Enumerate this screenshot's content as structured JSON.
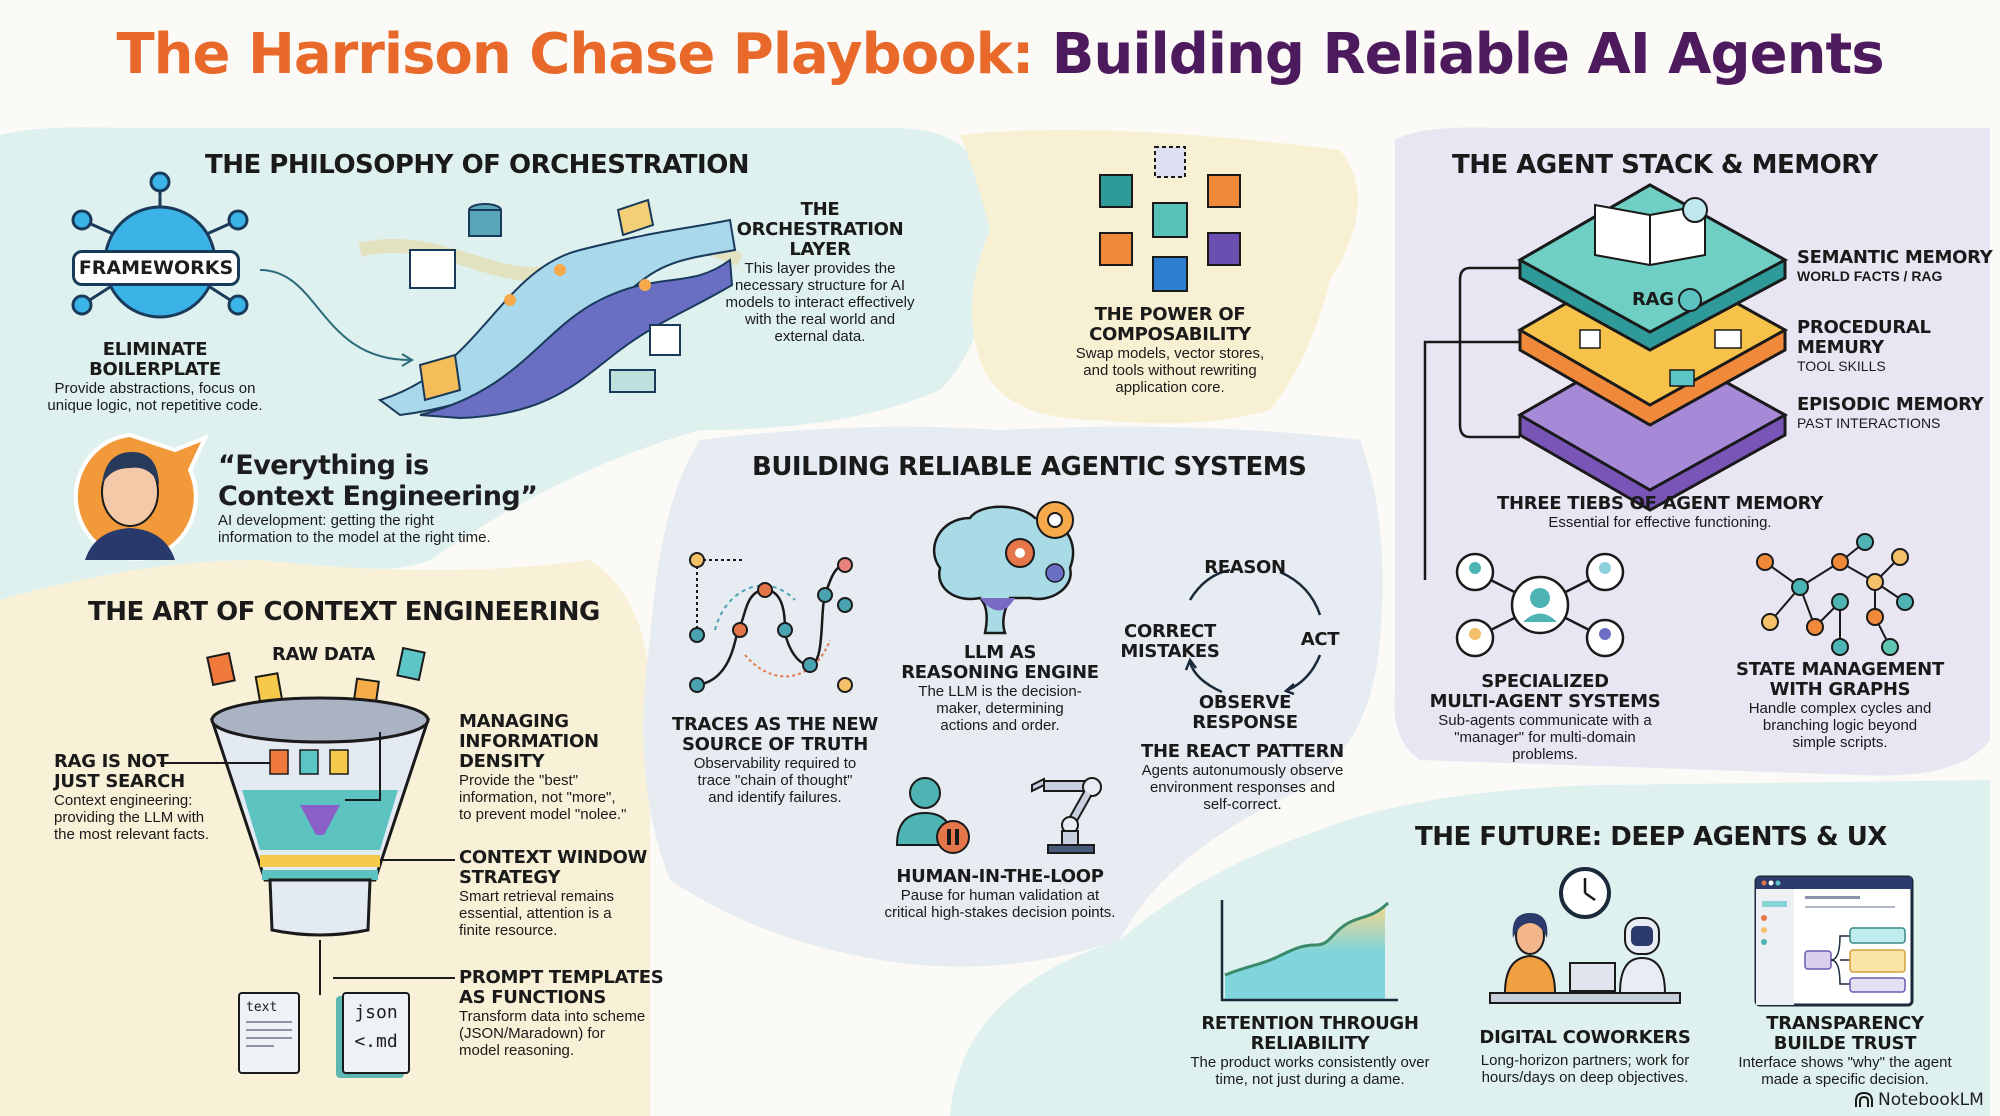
{
  "title": {
    "part1": "The Harrison Chase Playbook:",
    "part2": "Building Reliable AI Agents",
    "color1": "#e8692a",
    "color2": "#4d1a5e"
  },
  "orchestration": {
    "heading": "THE PHILOSOPHY OF ORCHESTRATION",
    "frameworks_label": "FRAMEWORKS",
    "eliminate": {
      "title_l1": "ELIMINATE",
      "title_l2": "BOILERPLATE",
      "body_l1": "Provide abstractions, focus on",
      "body_l2": "unique logic, not repetitive code."
    },
    "layer": {
      "title_l1": "THE ORCHESTRATION",
      "title_l2": "LAYER",
      "body_l1": "This layer provides the",
      "body_l2": "necessary structure for AI",
      "body_l3": "models to interact effectively",
      "body_l4": "with the real world and",
      "body_l5": "external data."
    }
  },
  "composability": {
    "title_l1": "THE POWER OF",
    "title_l2": "COMPOSABILITY",
    "body_l1": "Swap models, vector stores,",
    "body_l2": "and tools without rewriting",
    "body_l3": "application core."
  },
  "quote": {
    "line1": "“Everything is",
    "line2": "Context Engineering”",
    "body_l1": "AI development: getting the right",
    "body_l2": "information to the model at the right time."
  },
  "context": {
    "heading": "THE ART OF CONTEXT ENGINEERING",
    "raw_data": "RAW DATA",
    "rag": {
      "title_l1": "RAG IS NOT",
      "title_l2": "JUST SEARCH",
      "body_l1": "Context engineering:",
      "body_l2": "providing the LLM with",
      "body_l3": "the most relevant facts."
    },
    "density": {
      "title_l1": "MANAGING",
      "title_l2": "INFORMATION",
      "title_l3": "DENSITY",
      "body_l1": "Provide the \"best\"",
      "body_l2": "information, not \"more\",",
      "body_l3": "to prevent model \"nolee.\""
    },
    "window": {
      "title_l1": "CONTEXT WINDOW",
      "title_l2": "STRATEGY",
      "body_l1": "Smart retrieval remains",
      "body_l2": "essential, attention is a",
      "body_l3": "finite resource."
    },
    "templates": {
      "title_l1": "PROMPT TEMPLATES",
      "title_l2": "AS FUNCTIONS",
      "body_l1": "Transform data into scheme",
      "body_l2": "(JSON/Maradown) for",
      "body_l3": "model reasoning."
    },
    "doc_text": "text",
    "doc_json": "json",
    "doc_md": "<.md"
  },
  "reliable": {
    "heading": "BUILDING RELIABLE AGENTIC SYSTEMS",
    "traces": {
      "title_l1": "TRACES AS THE NEW",
      "title_l2": "SOURCE OF TRUTH",
      "body_l1": "Observability required to",
      "body_l2": "trace \"chain of thought\"",
      "body_l3": "and identify failures."
    },
    "llm": {
      "title_l1": "LLM AS",
      "title_l2": "REASONING ENGINE",
      "body_l1": "The LLM is the decision-",
      "body_l2": "maker, determining",
      "body_l3": "actions and order."
    },
    "react_cycle": {
      "reason": "REASON",
      "act": "ACT",
      "observe_l1": "OBSERVE",
      "observe_l2": "RESPONSE",
      "correct_l1": "CORRECT",
      "correct_l2": "MISTAKES"
    },
    "react": {
      "title": "THE REACT PATTERN",
      "body_l1": "Agents autonumously observe",
      "body_l2": "environment responses and",
      "body_l3": "self-correct."
    },
    "hitl": {
      "title": "HUMAN-IN-THE-LOOP",
      "body_l1": "Pause for human validation at",
      "body_l2": "critical high-stakes decision points."
    }
  },
  "stack": {
    "heading": "THE AGENT STACK & MEMORY",
    "rag_label": "RAG",
    "semantic": {
      "title": "SEMANTIC MEMORY",
      "sub": "WORLD FACTS / RAG"
    },
    "procedural": {
      "title_l1": "PROCEDURAL",
      "title_l2": "MEMURY",
      "sub": "TOOL SKILLS"
    },
    "episodic": {
      "title": "EPISODIC MEMORY",
      "sub": "PAST INTERACTIONS"
    },
    "tiers": {
      "title": "THREE TIEBS OF AGENT MEMORY",
      "body": "Essential for effective functioning."
    },
    "multi": {
      "title_l1": "SPECIALIZED",
      "title_l2": "MULTI-AGENT SYSTEMS",
      "body_l1": "Sub-agents communicate with a",
      "body_l2": "\"manager\" for multi-domain problems."
    },
    "graphs": {
      "title_l1": "STATE MANAGEMENT",
      "title_l2": "WITH GRAPHS",
      "body_l1": "Handle complex cycles and",
      "body_l2": "branching logic beyond",
      "body_l3": "simple scripts."
    }
  },
  "future": {
    "heading": "THE FUTURE: DEEP AGENTS & UX",
    "retention": {
      "title_l1": "RETENTION THROUGH",
      "title_l2": "RELIABILITY",
      "body_l1": "The product works consistently over",
      "body_l2": "time, not just during a dame."
    },
    "coworkers": {
      "title": "DIGITAL COWORKERS",
      "body_l1": "Long-horizon partners; work for",
      "body_l2": "hours/days on deep objectives."
    },
    "transparency": {
      "title_l1": "TRANSPARENCY",
      "title_l2": "BUILDE TRUST",
      "body_l1": "Interface shows \"why\" the agent",
      "body_l2": "made a specific decision."
    }
  },
  "footer": {
    "brand": "NotebookLM"
  }
}
